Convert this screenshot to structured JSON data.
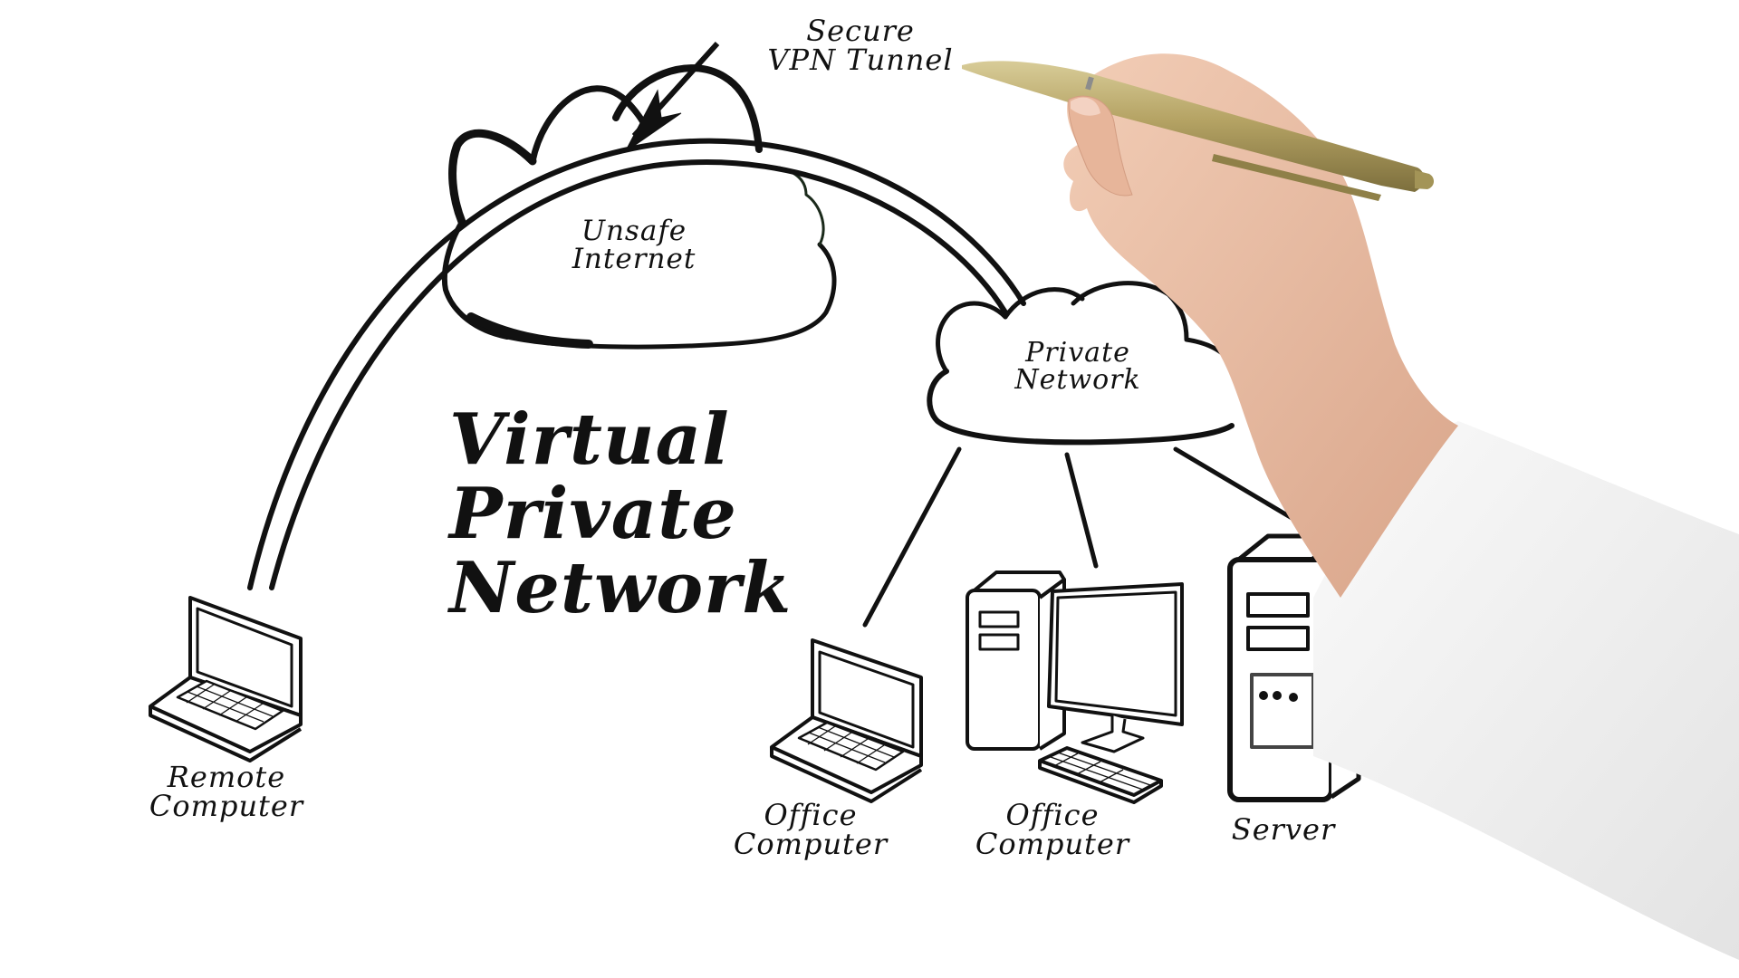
{
  "diagram": {
    "title": "Virtual\nPrivate\nNetwork",
    "tunnel_label": "Secure\nVPN Tunnel",
    "clouds": [
      {
        "id": "unsafe-internet",
        "label": "Unsafe\nInternet"
      },
      {
        "id": "private-network",
        "label": "Private\nNetwork"
      }
    ],
    "devices": [
      {
        "id": "remote-computer",
        "type": "laptop",
        "label": "Remote\nComputer"
      },
      {
        "id": "office-computer-laptop",
        "type": "laptop",
        "label": "Office\nComputer"
      },
      {
        "id": "office-computer-desktop",
        "type": "desktop",
        "label": "Office\nComputer"
      },
      {
        "id": "server",
        "type": "server",
        "label": "Server"
      }
    ],
    "connections": [
      {
        "from": "remote-computer",
        "to": "private-network",
        "via": "unsafe-internet",
        "style": "double-line tunnel"
      },
      {
        "from": "private-network",
        "to": "office-computer-laptop",
        "style": "line"
      },
      {
        "from": "private-network",
        "to": "office-computer-desktop",
        "style": "line"
      },
      {
        "from": "private-network",
        "to": "server",
        "style": "line"
      }
    ],
    "colors": {
      "ink": "#111111",
      "background": "#ffffff",
      "pen": "#b8a66a",
      "skin": "#e8b9a0",
      "sleeve": "#efefef"
    }
  }
}
